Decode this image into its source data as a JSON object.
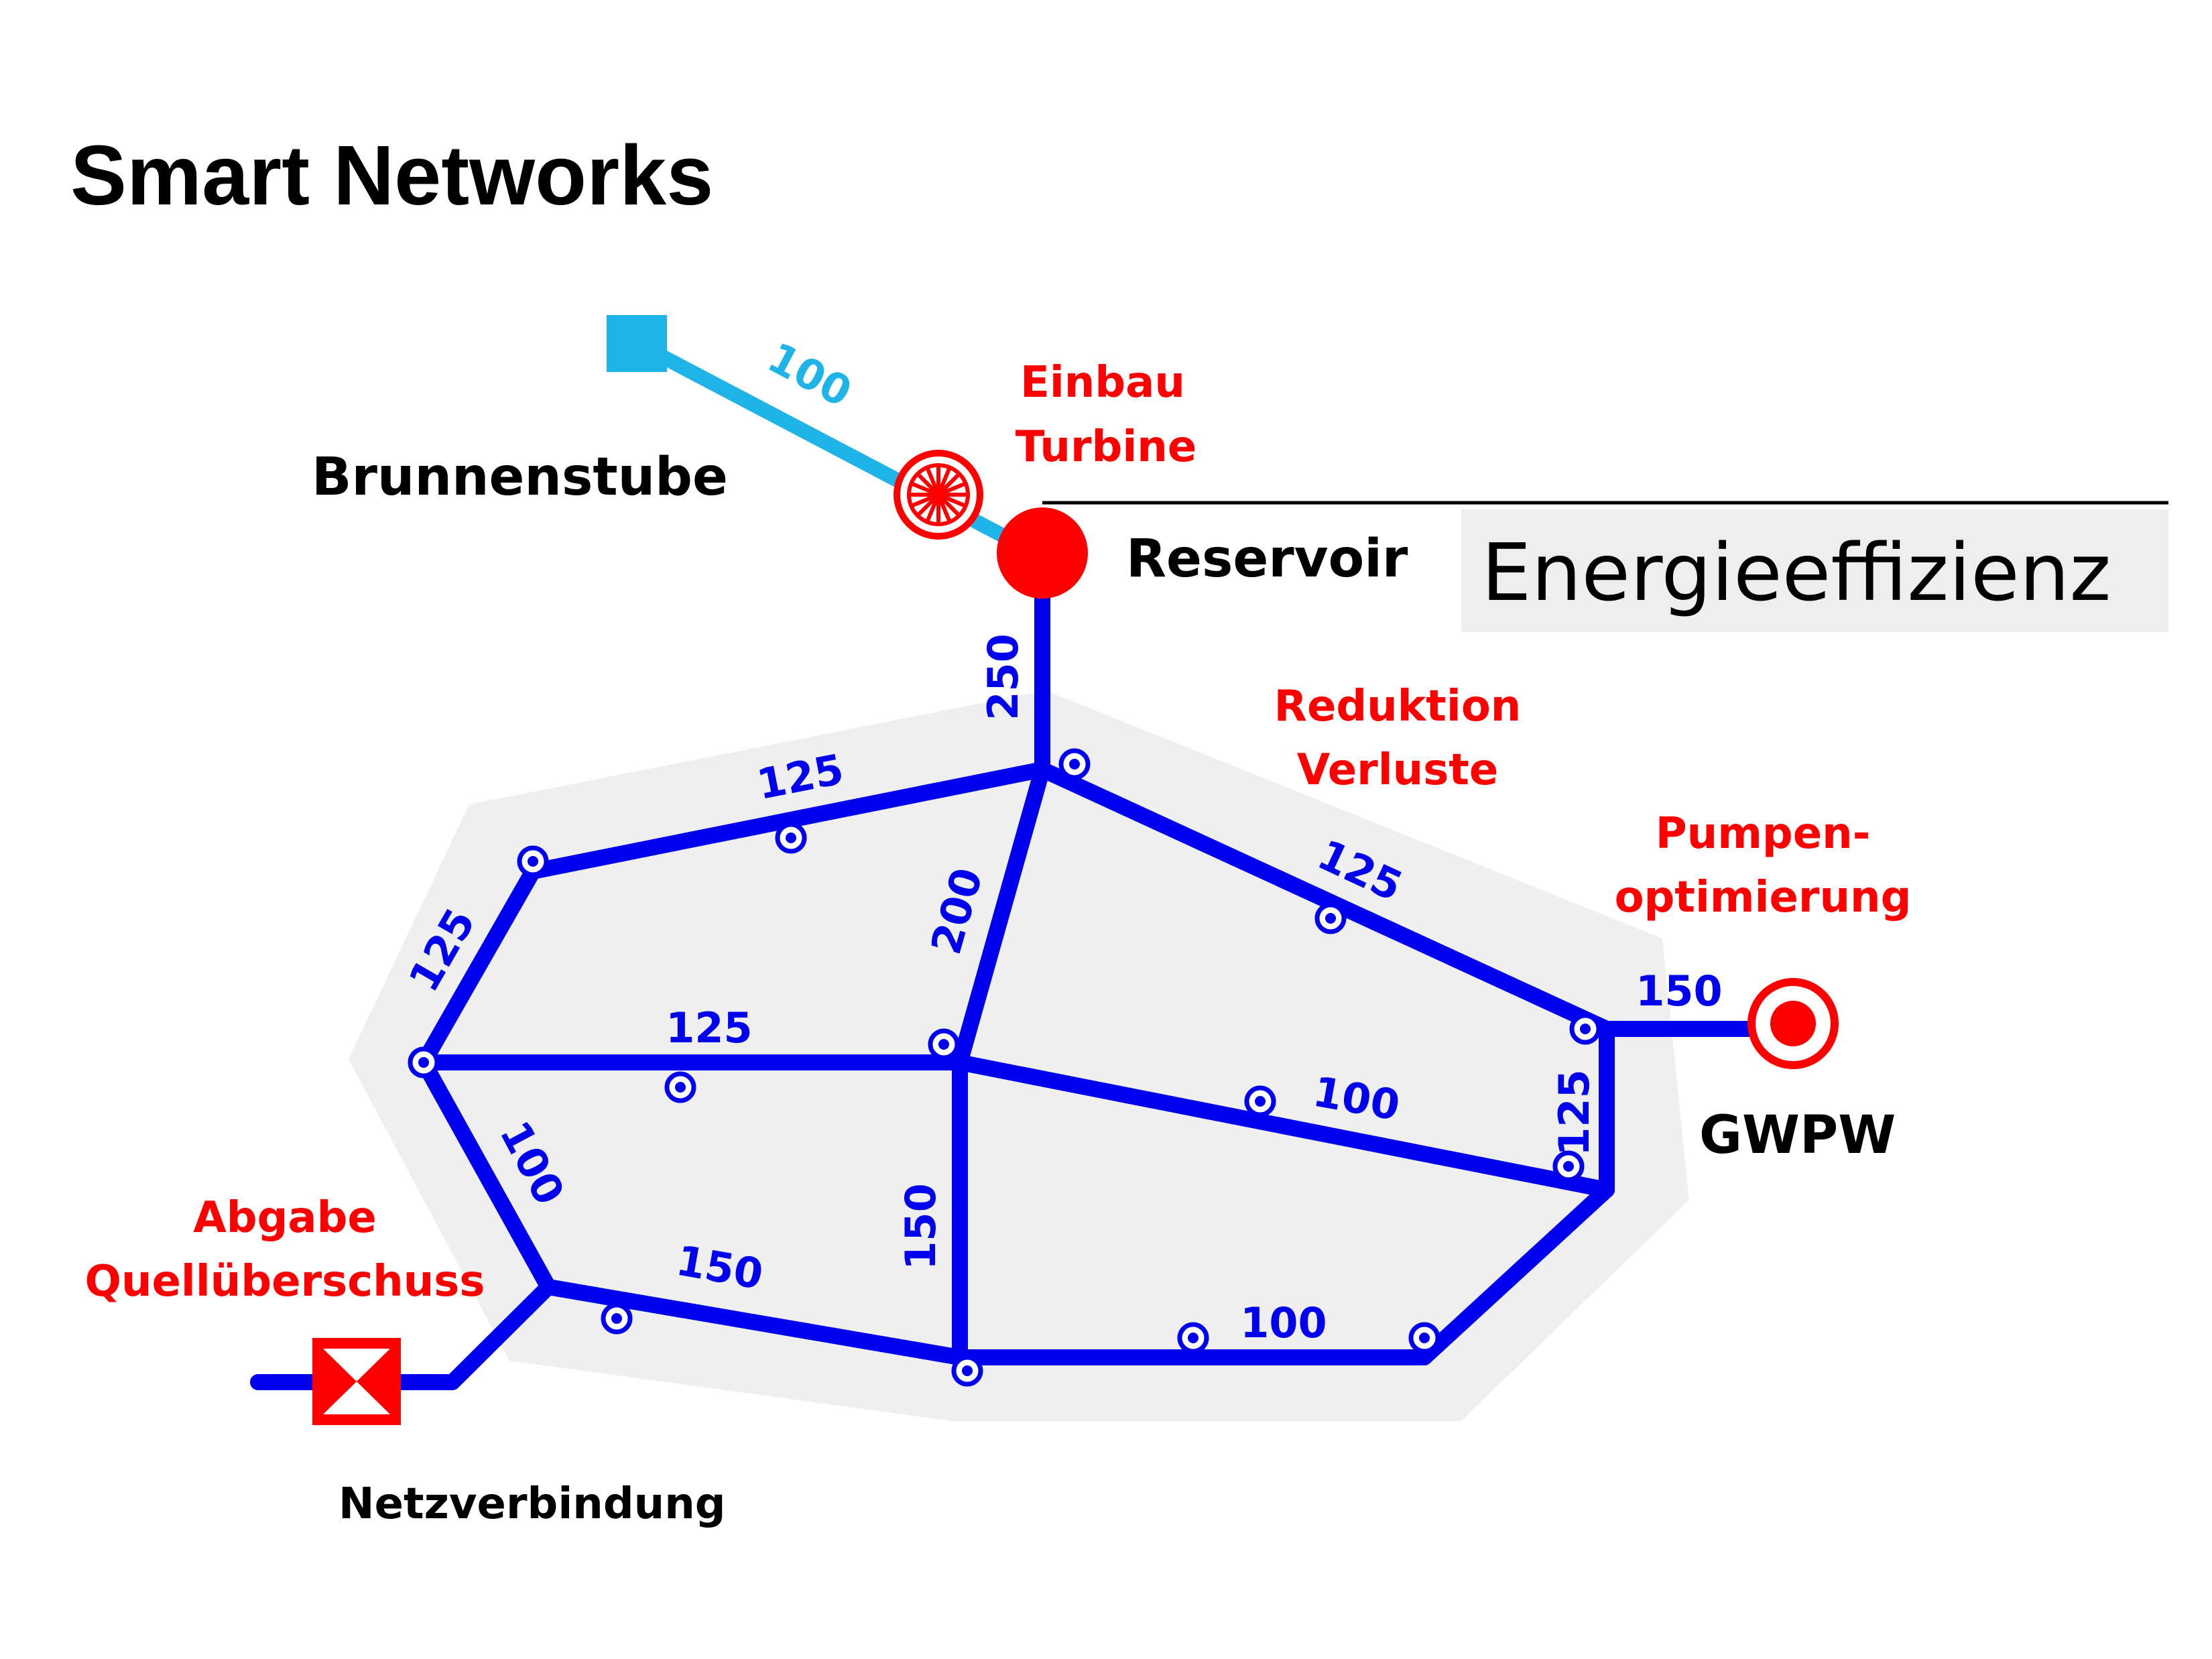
{
  "title": "Smart Networks",
  "banner": "Energieeffizienz",
  "colors": {
    "main_pipe": "#0000ee",
    "source_pipe": "#1eb4e8",
    "highlight": "#ff0000",
    "zone_fill": "#efefef",
    "banner_bg": "#eeeeee"
  },
  "nodes": {
    "brunnenstube": "Brunnenstube",
    "reservoir": "Reservoir",
    "gwpw": "GWPW",
    "netzverbindung": "Netzverbindung"
  },
  "annotations": {
    "turbine": [
      "Einbau",
      "Turbine"
    ],
    "losses": [
      "Reduktion",
      "Verluste"
    ],
    "pump": [
      "Pumpen-",
      "optimierung"
    ],
    "surplus": [
      "Abgabe",
      "Quellüberschuss"
    ]
  },
  "pipe_labels": {
    "source": "100",
    "reservoir_main": "250",
    "top_left": "125",
    "left_upper": "125",
    "center_diag": "200",
    "right_upper": "125",
    "to_gwpw": "150",
    "middle_h": "125",
    "middle_right": "100",
    "right_vertical": "125",
    "left_lower": "100",
    "center_vertical": "150",
    "bottom_left": "150",
    "bottom_right": "100"
  },
  "icons": {
    "source": "square-source-icon",
    "turbine": "turbine-wheel-icon",
    "reservoir": "reservoir-dot-icon",
    "gwpw": "pump-station-icon",
    "valve": "valve-icon",
    "measuring_point": "measuring-point-icon"
  }
}
